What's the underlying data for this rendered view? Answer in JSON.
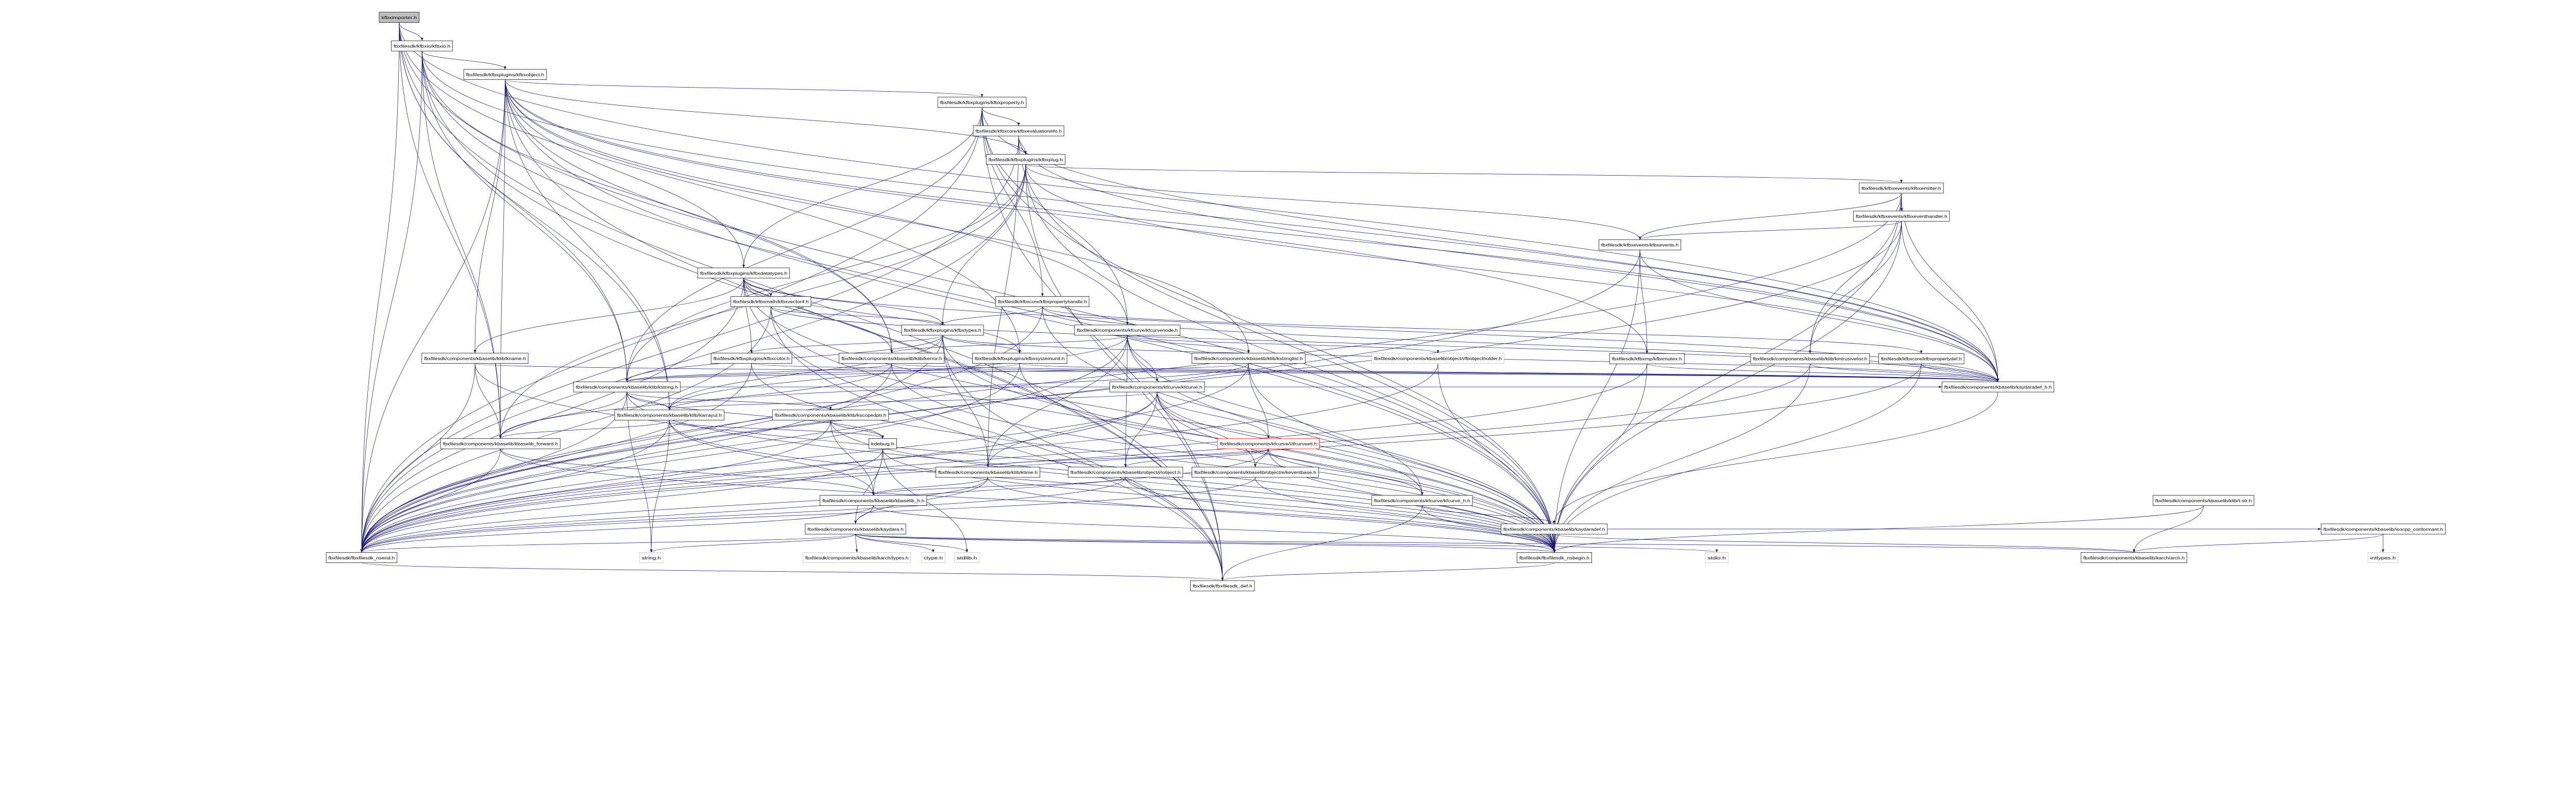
{
  "graph": {
    "title": "kfbximporter.h",
    "edge_color": "#191970",
    "root_fill": "#bfbfbf",
    "highlight_border": "#ff0000",
    "nodes": [
      {
        "id": "importer",
        "label": "kfbximporter.h",
        "kind": "root"
      },
      {
        "id": "io",
        "label": "fbxfilesdk/kfbxio/kfbxio.h"
      },
      {
        "id": "object",
        "label": "fbxfilesdk/kfbxplugins/kfbxobject.h"
      },
      {
        "id": "property",
        "label": "fbxfilesdk/kfbxplugins/kfbxproperty.h"
      },
      {
        "id": "evalinfo",
        "label": "fbxfilesdk/kfbxcore/kfbxevaluationinfo.h"
      },
      {
        "id": "plug",
        "label": "fbxfilesdk/kfbxplugins/kfbxplug.h"
      },
      {
        "id": "emitter",
        "label": "fbxfilesdk/kfbxevents/kfbxemitter.h"
      },
      {
        "id": "eventhandler",
        "label": "fbxfilesdk/kfbxevents/kfbxeventhandler.h"
      },
      {
        "id": "events",
        "label": "fbxfilesdk/kfbxevents/kfbxevents.h"
      },
      {
        "id": "datatypes",
        "label": "fbxfilesdk/kfbxplugins/kfbxdatatypes.h"
      },
      {
        "id": "vector4",
        "label": "fbxfilesdk/kfbxmath/kfbxvector4.h"
      },
      {
        "id": "prophandle",
        "label": "fbxfilesdk/kfbxcore/kfbxpropertyhandle.h"
      },
      {
        "id": "types",
        "label": "fbxfilesdk/kfbxplugins/kfbxtypes.h"
      },
      {
        "id": "curvenode",
        "label": "fbxfilesdk/components/kfcurve/kfcurvenode.h"
      },
      {
        "id": "kname",
        "label": "fbxfilesdk/components/kbaselib/klib/kname.h"
      },
      {
        "id": "color",
        "label": "fbxfilesdk/kfbxplugins/kfbxcolor.h"
      },
      {
        "id": "kerror",
        "label": "fbxfilesdk/components/kbaselib/klib/kerror.h"
      },
      {
        "id": "systemunit",
        "label": "fbxfilesdk/kfbxplugins/kfbxsystemunit.h"
      },
      {
        "id": "stringlist",
        "label": "fbxfilesdk/components/kbaselib/klib/kstringlist.h"
      },
      {
        "id": "objectholder",
        "label": "fbxfilesdk/components/kbaselib/object/i/fbobjectholder.h",
        "kind": "system"
      },
      {
        "id": "mutex",
        "label": "fbxfilesdk/kfbxmp/kfbxmutex.h"
      },
      {
        "id": "intrusivelist",
        "label": "fbxfilesdk/components/kbaselib/klib/kintrusivelist.h"
      },
      {
        "id": "propdef",
        "label": "fbxfilesdk/kfbxcore/kfbxpropertydef.h"
      },
      {
        "id": "kstring",
        "label": "fbxfilesdk/components/kbaselib/klib/kstring.h"
      },
      {
        "id": "kfcurve",
        "label": "fbxfilesdk/components/kfcurve/kfcurve.h"
      },
      {
        "id": "kaydaradef_h",
        "label": "fbxfilesdk/components/kbaselib/kaydaradef_h.h"
      },
      {
        "id": "karrayul",
        "label": "fbxfilesdk/components/kbaselib/klib/karrayul.h"
      },
      {
        "id": "kscopedptr",
        "label": "fbxfilesdk/components/kbaselib/klib/kscopedptr.h"
      },
      {
        "id": "forward",
        "label": "fbxfilesdk/components/kbaselib/kbaselib_forward.h"
      },
      {
        "id": "kdebug",
        "label": "kdebug.h"
      },
      {
        "id": "ifcurveeti",
        "label": "fbxfilesdk/components/kfcurve/i/ifcurveeti.h",
        "kind": "highlight"
      },
      {
        "id": "ktime",
        "label": "fbxfilesdk/components/kbaselib/klib/ktime.h"
      },
      {
        "id": "iobject",
        "label": "fbxfilesdk/components/kbaselib/object/i/iobject.h"
      },
      {
        "id": "keventbase",
        "label": "fbxfilesdk/components/kbaselib/object/e/keventbase.h"
      },
      {
        "id": "kbaselib_h",
        "label": "fbxfilesdk/components/kbaselib/kbaselib_h.h"
      },
      {
        "id": "kfcurve_h",
        "label": "fbxfilesdk/components/kfcurve/kfcurve_h.h"
      },
      {
        "id": "tstr",
        "label": "fbxfilesdk/components/kbaselib/klib/t-str.h"
      },
      {
        "id": "kaydara",
        "label": "fbxfilesdk/components/kbaselib/kaydara.h"
      },
      {
        "id": "kaydaradef",
        "label": "fbxfilesdk/components/kbaselib/kaydaradef.h"
      },
      {
        "id": "isocpp",
        "label": "fbxfilesdk/components/kbaselib/isocpp_conformant.h"
      },
      {
        "id": "nsend",
        "label": "fbxfilesdk/fbxfilesdk_nsend.h"
      },
      {
        "id": "string",
        "label": "string.h",
        "kind": "system"
      },
      {
        "id": "types_h",
        "label": "fbxfilesdk/components/kbaselib/karch/types.h",
        "kind": "system"
      },
      {
        "id": "ctype",
        "label": "ctype.h",
        "kind": "system"
      },
      {
        "id": "stdlib",
        "label": "stdlib.h",
        "kind": "system"
      },
      {
        "id": "nsbegin",
        "label": "fbxfilesdk/fbxfilesdk_nsbegin.h"
      },
      {
        "id": "stdio",
        "label": "stdio.h",
        "kind": "system"
      },
      {
        "id": "arch",
        "label": "fbxfilesdk/components/kbaselib/karch/arch.h"
      },
      {
        "id": "inttypes",
        "label": "inttypes.h",
        "kind": "system"
      },
      {
        "id": "def",
        "label": "fbxfilesdk/fbxfilesdk_def.h"
      }
    ],
    "edges": [
      [
        "importer",
        "io"
      ],
      [
        "importer",
        "def"
      ],
      [
        "importer",
        "kstring"
      ],
      [
        "importer",
        "karrayul"
      ],
      [
        "importer",
        "forward"
      ],
      [
        "importer",
        "systemunit"
      ],
      [
        "importer",
        "kaydaradef_h"
      ],
      [
        "importer",
        "nsbegin"
      ],
      [
        "importer",
        "nsend"
      ],
      [
        "io",
        "object"
      ],
      [
        "io",
        "kstring"
      ],
      [
        "io",
        "kerror"
      ],
      [
        "io",
        "kaydaradef_h"
      ],
      [
        "io",
        "nsbegin"
      ],
      [
        "io",
        "nsend"
      ],
      [
        "io",
        "def"
      ],
      [
        "io",
        "forward"
      ],
      [
        "object",
        "property"
      ],
      [
        "object",
        "plug"
      ],
      [
        "object",
        "datatypes"
      ],
      [
        "object",
        "stringlist"
      ],
      [
        "object",
        "curvenode"
      ],
      [
        "object",
        "kerror"
      ],
      [
        "object",
        "karrayul"
      ],
      [
        "object",
        "kname"
      ],
      [
        "object",
        "kaydaradef_h"
      ],
      [
        "object",
        "nsbegin"
      ],
      [
        "object",
        "nsend"
      ],
      [
        "object",
        "def"
      ],
      [
        "object",
        "forward"
      ],
      [
        "object",
        "mutex"
      ],
      [
        "property",
        "evalinfo"
      ],
      [
        "property",
        "prophandle"
      ],
      [
        "property",
        "datatypes"
      ],
      [
        "property",
        "curvenode"
      ],
      [
        "property",
        "kaydaradef_h"
      ],
      [
        "property",
        "nsbegin"
      ],
      [
        "property",
        "nsend"
      ],
      [
        "property",
        "def"
      ],
      [
        "property",
        "kstring"
      ],
      [
        "evalinfo",
        "plug"
      ],
      [
        "evalinfo",
        "kaydaradef_h"
      ],
      [
        "evalinfo",
        "ktime"
      ],
      [
        "evalinfo",
        "nsbegin"
      ],
      [
        "evalinfo",
        "nsend"
      ],
      [
        "plug",
        "emitter"
      ],
      [
        "plug",
        "events"
      ],
      [
        "plug",
        "types"
      ],
      [
        "plug",
        "kaydaradef_h"
      ],
      [
        "plug",
        "nsbegin"
      ],
      [
        "plug",
        "nsend"
      ],
      [
        "plug",
        "def"
      ],
      [
        "plug",
        "kstring"
      ],
      [
        "plug",
        "forward"
      ],
      [
        "emitter",
        "eventhandler"
      ],
      [
        "emitter",
        "events"
      ],
      [
        "emitter",
        "intrusivelist"
      ],
      [
        "emitter",
        "kaydaradef_h"
      ],
      [
        "emitter",
        "nsbegin"
      ],
      [
        "emitter",
        "nsend"
      ],
      [
        "eventhandler",
        "events"
      ],
      [
        "eventhandler",
        "intrusivelist"
      ],
      [
        "eventhandler",
        "kaydaradef_h"
      ],
      [
        "eventhandler",
        "nsbegin"
      ],
      [
        "eventhandler",
        "nsend"
      ],
      [
        "events",
        "mutex"
      ],
      [
        "events",
        "kaydaradef_h"
      ],
      [
        "events",
        "nsbegin"
      ],
      [
        "events",
        "nsend"
      ],
      [
        "datatypes",
        "vector4"
      ],
      [
        "datatypes",
        "types"
      ],
      [
        "datatypes",
        "color"
      ],
      [
        "datatypes",
        "systemunit"
      ],
      [
        "datatypes",
        "kerror"
      ],
      [
        "datatypes",
        "kname"
      ],
      [
        "datatypes",
        "kaydaradef_h"
      ],
      [
        "datatypes",
        "nsbegin"
      ],
      [
        "datatypes",
        "nsend"
      ],
      [
        "datatypes",
        "def"
      ],
      [
        "vector4",
        "types"
      ],
      [
        "vector4",
        "kaydaradef_h"
      ],
      [
        "vector4",
        "nsbegin"
      ],
      [
        "vector4",
        "nsend"
      ],
      [
        "vector4",
        "def"
      ],
      [
        "prophandle",
        "types"
      ],
      [
        "prophandle",
        "propdef"
      ],
      [
        "prophandle",
        "kaydaradef_h"
      ],
      [
        "prophandle",
        "nsbegin"
      ],
      [
        "prophandle",
        "nsend"
      ],
      [
        "types",
        "systemunit"
      ],
      [
        "types",
        "color"
      ],
      [
        "types",
        "kstring"
      ],
      [
        "types",
        "karrayul"
      ],
      [
        "types",
        "ktime"
      ],
      [
        "types",
        "kaydaradef_h"
      ],
      [
        "types",
        "nsbegin"
      ],
      [
        "types",
        "nsend"
      ],
      [
        "types",
        "def"
      ],
      [
        "curvenode",
        "kfcurve"
      ],
      [
        "curvenode",
        "stringlist"
      ],
      [
        "curvenode",
        "kfcurve_h"
      ],
      [
        "curvenode",
        "karrayul"
      ],
      [
        "curvenode",
        "kerror"
      ],
      [
        "curvenode",
        "ktime"
      ],
      [
        "curvenode",
        "iobject"
      ],
      [
        "curvenode",
        "objectholder"
      ],
      [
        "curvenode",
        "nsbegin"
      ],
      [
        "curvenode",
        "nsend"
      ],
      [
        "kname",
        "kaydaradef_h"
      ],
      [
        "kname",
        "nsbegin"
      ],
      [
        "kname",
        "nsend"
      ],
      [
        "kname",
        "forward"
      ],
      [
        "color",
        "kaydaradef_h"
      ],
      [
        "color",
        "nsbegin"
      ],
      [
        "color",
        "nsend"
      ],
      [
        "kerror",
        "kaydaradef_h"
      ],
      [
        "kerror",
        "kstring"
      ],
      [
        "kerror",
        "nsbegin"
      ],
      [
        "kerror",
        "nsend"
      ],
      [
        "kerror",
        "forward"
      ],
      [
        "systemunit",
        "kstring"
      ],
      [
        "systemunit",
        "kaydaradef_h"
      ],
      [
        "systemunit",
        "nsbegin"
      ],
      [
        "systemunit",
        "nsend"
      ],
      [
        "stringlist",
        "kstring"
      ],
      [
        "stringlist",
        "karrayul"
      ],
      [
        "stringlist",
        "ifcurveeti"
      ],
      [
        "stringlist",
        "nsbegin"
      ],
      [
        "stringlist",
        "nsend"
      ],
      [
        "objectholder",
        "nsbegin"
      ],
      [
        "objectholder",
        "nsend"
      ],
      [
        "mutex",
        "kaydaradef_h"
      ],
      [
        "mutex",
        "nsbegin"
      ],
      [
        "mutex",
        "nsend"
      ],
      [
        "intrusivelist",
        "kaydaradef_h"
      ],
      [
        "intrusivelist",
        "nsbegin"
      ],
      [
        "intrusivelist",
        "nsend"
      ],
      [
        "propdef",
        "kaydaradef_h"
      ],
      [
        "propdef",
        "nsbegin"
      ],
      [
        "propdef",
        "nsend"
      ],
      [
        "kstring",
        "karrayul"
      ],
      [
        "kstring",
        "kscopedptr"
      ],
      [
        "kstring",
        "forward"
      ],
      [
        "kstring",
        "kdebug"
      ],
      [
        "kstring",
        "string"
      ],
      [
        "kstring",
        "kaydaradef_h"
      ],
      [
        "kstring",
        "nsbegin"
      ],
      [
        "kstring",
        "nsend"
      ],
      [
        "kfcurve",
        "kfcurve_h"
      ],
      [
        "kfcurve",
        "ktime"
      ],
      [
        "kfcurve",
        "iobject"
      ],
      [
        "kfcurve",
        "keventbase"
      ],
      [
        "kfcurve",
        "ifcurveeti"
      ],
      [
        "kfcurve",
        "karrayul"
      ],
      [
        "kfcurve",
        "nsbegin"
      ],
      [
        "kfcurve",
        "nsend"
      ],
      [
        "kaydaradef_h",
        "kaydaradef"
      ],
      [
        "karrayul",
        "forward"
      ],
      [
        "karrayul",
        "kdebug"
      ],
      [
        "karrayul",
        "kbaselib_h"
      ],
      [
        "karrayul",
        "string"
      ],
      [
        "karrayul",
        "nsbegin"
      ],
      [
        "karrayul",
        "nsend"
      ],
      [
        "kscopedptr",
        "kdebug"
      ],
      [
        "kscopedptr",
        "kbaselib_h"
      ],
      [
        "kscopedptr",
        "nsbegin"
      ],
      [
        "kscopedptr",
        "nsend"
      ],
      [
        "forward",
        "kbaselib_h"
      ],
      [
        "forward",
        "nsbegin"
      ],
      [
        "forward",
        "nsend"
      ],
      [
        "kdebug",
        "kbaselib_h"
      ],
      [
        "kdebug",
        "kaydara"
      ],
      [
        "kdebug",
        "stdlib"
      ],
      [
        "kdebug",
        "nsbegin"
      ],
      [
        "kdebug",
        "nsend"
      ],
      [
        "ifcurveeti",
        "ktime"
      ],
      [
        "ifcurveeti",
        "iobject"
      ],
      [
        "ifcurveeti",
        "keventbase"
      ],
      [
        "ifcurveeti",
        "kfcurve_h"
      ],
      [
        "ifcurveeti",
        "nsbegin"
      ],
      [
        "ifcurveeti",
        "nsend"
      ],
      [
        "ktime",
        "kbaselib_h"
      ],
      [
        "ktime",
        "kaydara"
      ],
      [
        "ktime",
        "nsbegin"
      ],
      [
        "ktime",
        "nsend"
      ],
      [
        "iobject",
        "kbaselib_h"
      ],
      [
        "iobject",
        "nsbegin"
      ],
      [
        "iobject",
        "nsend"
      ],
      [
        "keventbase",
        "nsbegin"
      ],
      [
        "keventbase",
        "nsend"
      ],
      [
        "kbaselib_h",
        "kaydara"
      ],
      [
        "kbaselib_h",
        "nsbegin"
      ],
      [
        "kbaselib_h",
        "nsend"
      ],
      [
        "kfcurve_h",
        "kaydaradef"
      ],
      [
        "kfcurve_h",
        "def"
      ],
      [
        "kfcurve_h",
        "nsbegin"
      ],
      [
        "tstr",
        "arch"
      ],
      [
        "tstr",
        "nsbegin"
      ],
      [
        "kaydara",
        "types_h"
      ],
      [
        "kaydara",
        "ctype"
      ],
      [
        "kaydara",
        "stdlib"
      ],
      [
        "kaydara",
        "string"
      ],
      [
        "kaydara",
        "stdio"
      ],
      [
        "kaydara",
        "arch"
      ],
      [
        "kaydara",
        "nsbegin"
      ],
      [
        "kaydara",
        "nsend"
      ],
      [
        "kaydaradef",
        "nsbegin"
      ],
      [
        "kaydaradef",
        "isocpp"
      ],
      [
        "kaydaradef",
        "arch"
      ],
      [
        "isocpp",
        "inttypes"
      ],
      [
        "isocpp",
        "arch"
      ],
      [
        "nsbegin",
        "def"
      ],
      [
        "nsend",
        "def"
      ]
    ]
  }
}
